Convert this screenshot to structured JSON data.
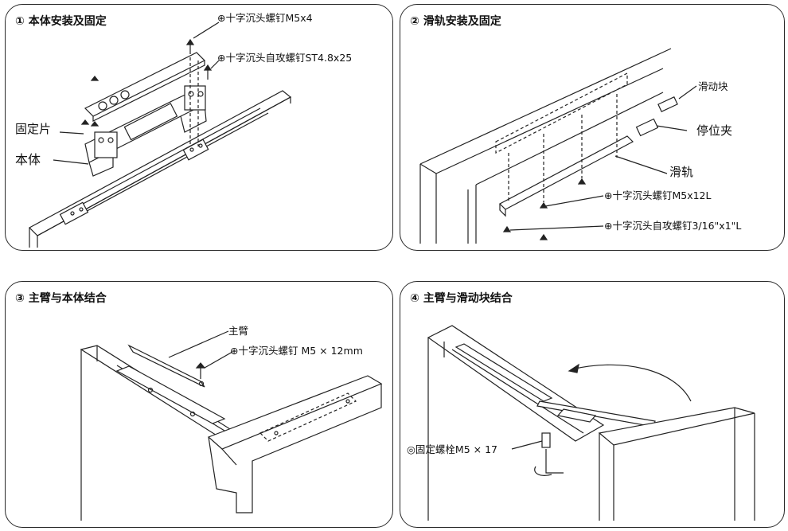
{
  "panels": [
    {
      "title": "① 本体安装及固定",
      "labels": {
        "screw_m5x4": "⊕十字沉头螺钉M5x4",
        "screw_st48x25": "⊕十字沉头自攻螺钉ST4.8x25",
        "fixing_piece": "固定片",
        "body": "本体"
      }
    },
    {
      "title": "② 滑轨安装及固定",
      "labels": {
        "slider": "滑动块",
        "stop_clip": "停位夹",
        "rail": "滑轨",
        "screw_m5x12l": "⊕十字沉头螺钉M5x12L",
        "screw_316": "⊕十字沉头自攻螺钉3/16\"x1\"L"
      }
    },
    {
      "title": "③ 主臂与本体结合",
      "labels": {
        "main_arm": "主臂",
        "screw_m5x12mm": "⊕十字沉头螺钉 M5 × 12mm"
      }
    },
    {
      "title": "④ 主臂与滑动块结合",
      "labels": {
        "bolt": "◎固定螺栓M5 × 17"
      }
    }
  ]
}
